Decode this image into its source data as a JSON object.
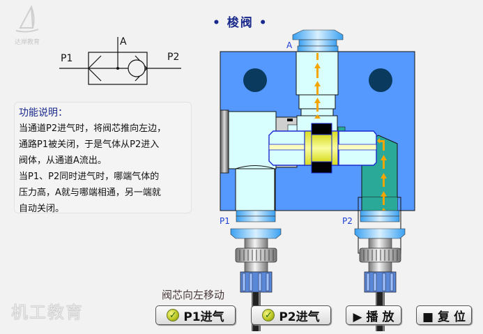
{
  "branding": {
    "top_logo_text": "达岸教育",
    "bottom_logo_text": "机工教育"
  },
  "title": "• 梭阀 •",
  "symbol": {
    "label_a": "A",
    "label_p1": "P1",
    "label_p2": "P2"
  },
  "description": {
    "heading": "功能说明：",
    "lines": [
      "当通道P2进气时，将阀芯推向左边，",
      "通路P1被关闭，于是气体从P2进入",
      "阀体，从通道A流出。",
      "当P1、P2同时进气时，哪端气体的",
      "压力高，A就与哪端相通，另一端就",
      "自动关闭。"
    ]
  },
  "diagram": {
    "port_a": "A",
    "port_p1": "P1",
    "port_p2": "P2",
    "colors": {
      "body": "#5599ff",
      "channel": "#d8fefe",
      "active_channel": "#2aa898",
      "spool": "#eef040",
      "seal": "#000000",
      "arrow": "#f5a500",
      "hole": "#0a3a5e"
    }
  },
  "status": "阀芯向左移动",
  "controls": {
    "p1_button": "P1进气",
    "p2_button": "P2进气",
    "play_button": "▶ 播 放",
    "reset_button": "■ 复 位"
  }
}
